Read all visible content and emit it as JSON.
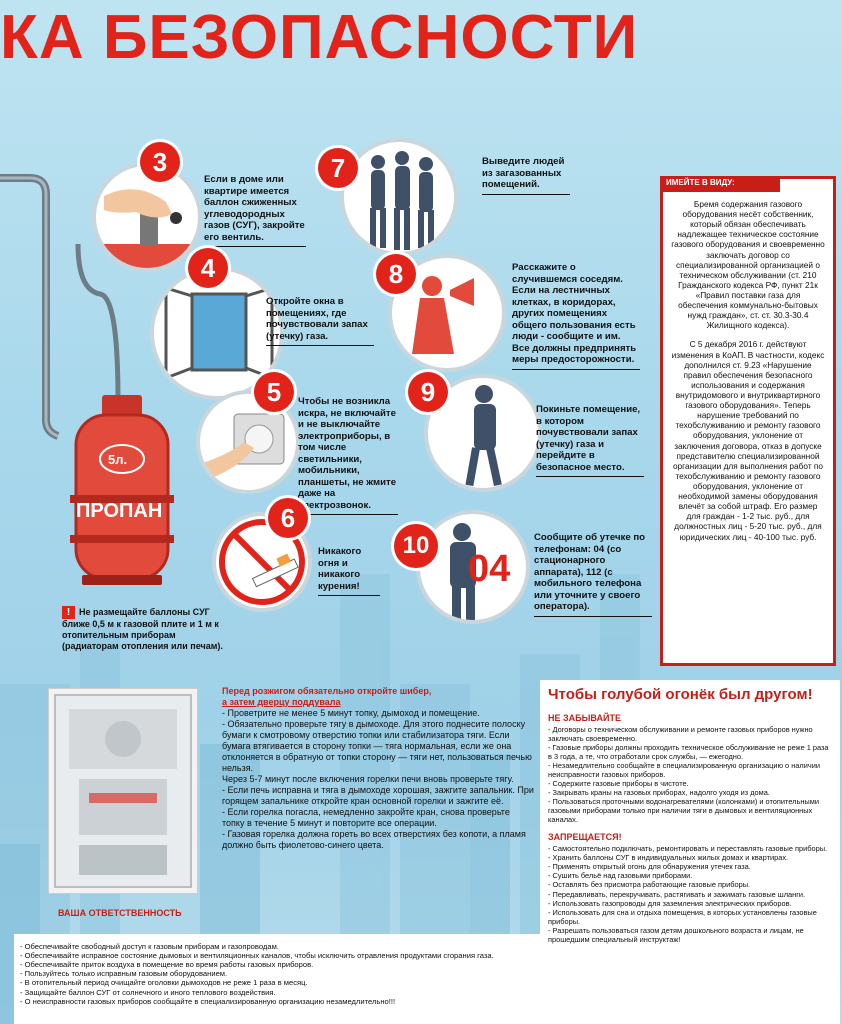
{
  "headline": "КА БЕЗОПАСНОСТИ",
  "steps": [
    {
      "n": "3",
      "text": "Если в доме или квартире имеется баллон сжиженных углеводородных газов (СУГ), закройте его вентиль."
    },
    {
      "n": "4",
      "text": "Откройте окна в помещениях, где почувствовали запах (утечку) газа."
    },
    {
      "n": "5",
      "text": "Чтобы не возникла искра, не включайте и не выключайте электроприборы, в том числе светильники, мобильники, планшеты, не жмите даже на электрозвонок."
    },
    {
      "n": "6",
      "text": "Никакого огня и никакого курения!"
    },
    {
      "n": "7",
      "text": "Выведите людей из загазованных помещений."
    },
    {
      "n": "8",
      "text": "Расскажите о случившемся соседям. Если на лестничных клетках, в коридорах, других помещениях общего пользования есть люди - сообщите и им. Все должны предпринять меры предосторожности."
    },
    {
      "n": "9",
      "text": "Покиньте помещение, в котором почувствовали запах (утечку) газа и перейдите в безопасное место."
    },
    {
      "n": "10",
      "text": "Сообщите об утечке по телефонам: 04 (со стационарного аппарата), 112 (с мобильного телефона или уточните у своего оператора)."
    }
  ],
  "phone_04": "04",
  "cylinder": {
    "volume": "5л.",
    "label": "ПРОПАН"
  },
  "law": {
    "title": "ИМЕЙТЕ В ВИДУ:",
    "p1": "Бремя содержания газового оборудования несёт собственник, который обязан обеспечивать надлежащее техническое состояние газового оборудования и своевременно заключать договор со специализированной организацией о техническом обслуживании (ст. 210 Гражданского кодекса РФ, пункт 21к «Правил поставки газа для обеспечения коммунально-бытовых нужд граждан», ст. ст. 30.3-30.4 Жилищного кодекса).",
    "p2": "С 5 декабря 2016 г. действуют изменения в КоАП. В частности, кодекс дополнился ст. 9.23 «Нарушение правил обеспечения безопасного использования и содержания внутридомового и внутриквартирного газового оборудования». Теперь нарушение требований по техобслуживанию и ремонту газового оборудования, уклонение от заключения договора, отказ в допуске представителю специализированной организации для выполнения работ по техобслуживанию и ремонту газового оборудования, уклонение от необходимой замены оборудования влечёт за собой штраф. Его размер для граждан - 1-2 тыс. руб., для должностных лиц - 5-20 тыс. руб., для юридических лиц - 40-100 тыс. руб."
  },
  "warn": {
    "badge": "!",
    "text": "Не размещайте баллоны СУГ ближе 0,5 м к газовой плите и 1 м к отопительным приборам (радиаторам отопления или печам)."
  },
  "advice": {
    "heading1": "Перед розжигом обязательно откройте шибер,",
    "heading2": "а затем дверцу поддувала",
    "lines": [
      "- Проветрите не менее 5 минут топку, дымоход и помещение.",
      "- Обязательно проверьте тягу в дымоходе. Для этого поднесите полоску бумаги к смотровому отверстию топки или стабилизатора тяги. Если бумага втягивается в сторону топки — тяга нормальная, если же она отклоняется в обратную от топки сторону — тяги нет, пользоваться печью нельзя.",
      "Через 5-7 минут после включения горелки печи вновь проверьте тягу.",
      "- Если печь исправна и тяга в дымоходе хорошая, зажгите запальник. При горящем запальнике откройте кран основной горелки и зажгите её.",
      "- Если горелка погасла, немедленно закройте кран, снова проверьте топку в течение 5 минут и повторите все операции.",
      "- Газовая горелка должна гореть во всех отверстиях без копоти, а пламя должно быть фиолетово-синего цвета."
    ]
  },
  "right_panel": {
    "title": "Чтобы голубой огонёк был другом!",
    "sub1": "НЕ ЗАБЫВАЙТЕ",
    "list1": [
      "- Договоры о техническом обслуживании и ремонте газовых приборов нужно заключать своевременно.",
      "- Газовые приборы должны проходить техническое обслуживание не реже 1 раза в 3 года, а те, что отработали срок службы, — ежегодно.",
      "- Незамедлительно сообщайте в специализированную организацию о наличии неисправности газовых приборов.",
      "- Содержите газовые приборы в чистоте.",
      "- Закрывать краны на газовых приборах, надолго уходя из дома.",
      "- Пользоваться проточными водонагревателями (колонками) и отопительными газовыми приборами только при наличии тяги в дымовых и вентиляционных каналах."
    ],
    "sub2": "ЗАПРЕЩАЕТСЯ!",
    "list2": [
      "- Самостоятельно подключать, ремонтировать и переставлять газовые приборы.",
      "- Хранить баллоны СУГ в индивидуальных жилых домах и квартирах.",
      "- Применять открытый огонь для обнаружения утечек газа.",
      "- Сушить бельё над газовыми приборами.",
      "- Оставлять без присмотра работающие газовые приборы.",
      "- Передавливать, перекручивать, растягивать и зажимать газовые шланги.",
      "- Использовать газопроводы для заземления электрических приборов.",
      "- Использовать для сна и отдыха помещения, в которых установлены газовые приборы.",
      "- Разрешать пользоваться газом детям дошкольного возраста и лицам, не прошедшим специальный инструктаж!"
    ]
  },
  "responsibility": {
    "label": "ВАША ОТВЕТСТВЕННОСТЬ",
    "lines": [
      "- Обеспечивайте свободный доступ к газовым приборам и газопроводам.",
      "- Обеспечивайте исправное состояние дымовых и вентиляционных каналов, чтобы исключить отравления продуктами сгорания газа.",
      "- Обеспечивайте приток воздуха в помещение во время работы газовых приборов.",
      "- Пользуйтесь только исправным газовым оборудованием.",
      "- В отопительный период очищайте оголовки дымоходов не реже 1 раза в месяц.",
      "- Защищайте баллон СУГ от солнечного и иного теплового воздействия.",
      "- О неисправности газовых приборов сообщайте в специализированную организацию незамедлительно!!!"
    ]
  },
  "colors": {
    "accent": "#e2231a",
    "dark_red": "#c91e17",
    "figure": "#3f5168",
    "cylinder": "#e24a3b"
  }
}
